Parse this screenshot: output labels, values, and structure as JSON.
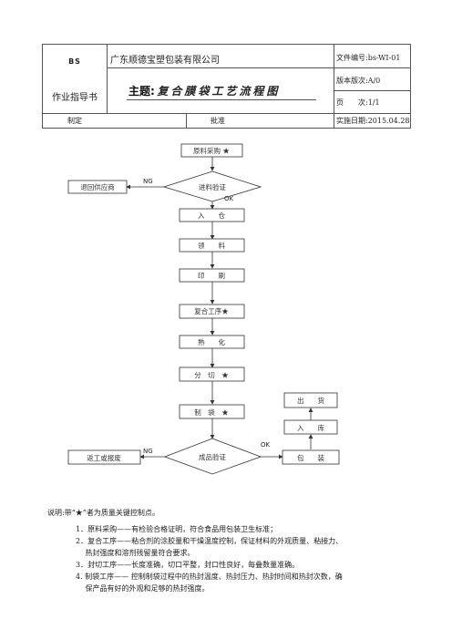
{
  "header": {
    "logo": "BS",
    "doc_type": "作业指导书",
    "company": "广东顺德宝塑包装有限公司",
    "topic_prefix": "主题:",
    "topic_name": "复合膜袋工艺流程图",
    "file_no": "文件编号:bs-WI-01",
    "version": "版本版次:A/0",
    "page": "页　　次:1/1",
    "prepared_by": "制定",
    "approved_by": "批准",
    "effective_date": "实施日期:2015.04.28"
  },
  "flow": {
    "raw_purchase": "原料采购 ★",
    "incoming_check": "进料验证",
    "return_supplier": "退回供应商",
    "ng1": "NG",
    "ok1": "OK",
    "warehouse_in": "入　　仓",
    "material_pick": "领　　料",
    "printing": "印　　刷",
    "laminating": "复合工序★",
    "curing": "熟　　化",
    "slitting": "分　切　★",
    "bag_making": "制　袋　★",
    "final_check": "成品验证",
    "rework": "返工或报废",
    "ng2": "NG",
    "ok2": "OK",
    "packing": "包　　装",
    "storage": "入　　库",
    "shipping": "出　　货"
  },
  "notes": {
    "title": "说明:带“★”者为质量关键控制点。",
    "items": [
      "1．原料采购——有检验合格证明，符合食品用包装卫生标准；",
      "2．复合工序——粘合剂的涂胶量和干燥温度控制，保证材料的外观质量、粘接力、",
      "　 热封强度和溶剂残留量符合要求。",
      "3．封切工序——长度准确，切口平整，封口性良好，每叠数量准确。",
      "4. 制袋工序—— 控制制袋过程中的热封温度、热封压力、热封时间和热封次数，确",
      "　 保产品有好的外观和足够的热封强度。"
    ]
  }
}
